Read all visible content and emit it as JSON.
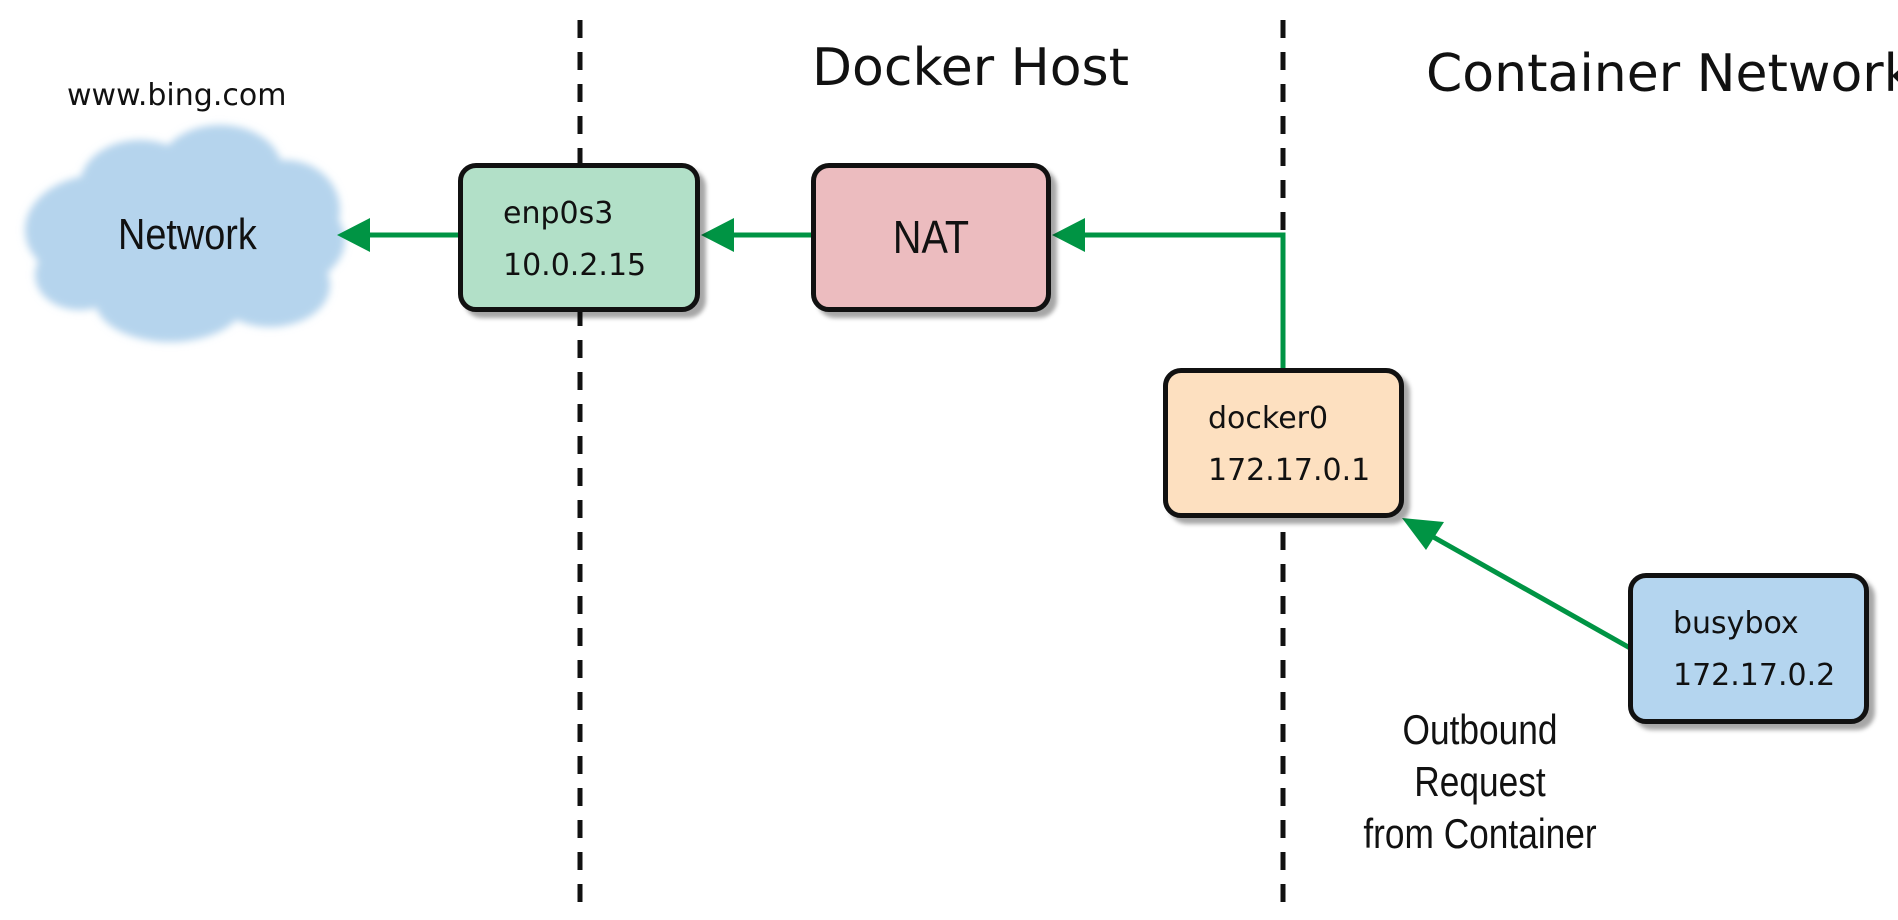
{
  "sections": {
    "host_title": "Docker Host",
    "container_title": "Container Network"
  },
  "internet": {
    "url": "www.bing.com",
    "cloud_label": "Network"
  },
  "nodes": {
    "enp0s3": {
      "name": "enp0s3",
      "ip": "10.0.2.15",
      "color": "#b2e0c8"
    },
    "nat": {
      "name": "NAT",
      "color": "#ecbcbf"
    },
    "docker0": {
      "name": "docker0",
      "ip": "172.17.0.1",
      "color": "#fde0c0"
    },
    "busybox": {
      "name": "busybox",
      "ip": "172.17.0.2",
      "color": "#b4d5ef"
    }
  },
  "caption": {
    "line1": "Outbound",
    "line2": "Request",
    "line3": "from Container"
  },
  "colors": {
    "arrow": "#009444",
    "cloud": "#b5d4ed",
    "border": "#111111"
  }
}
